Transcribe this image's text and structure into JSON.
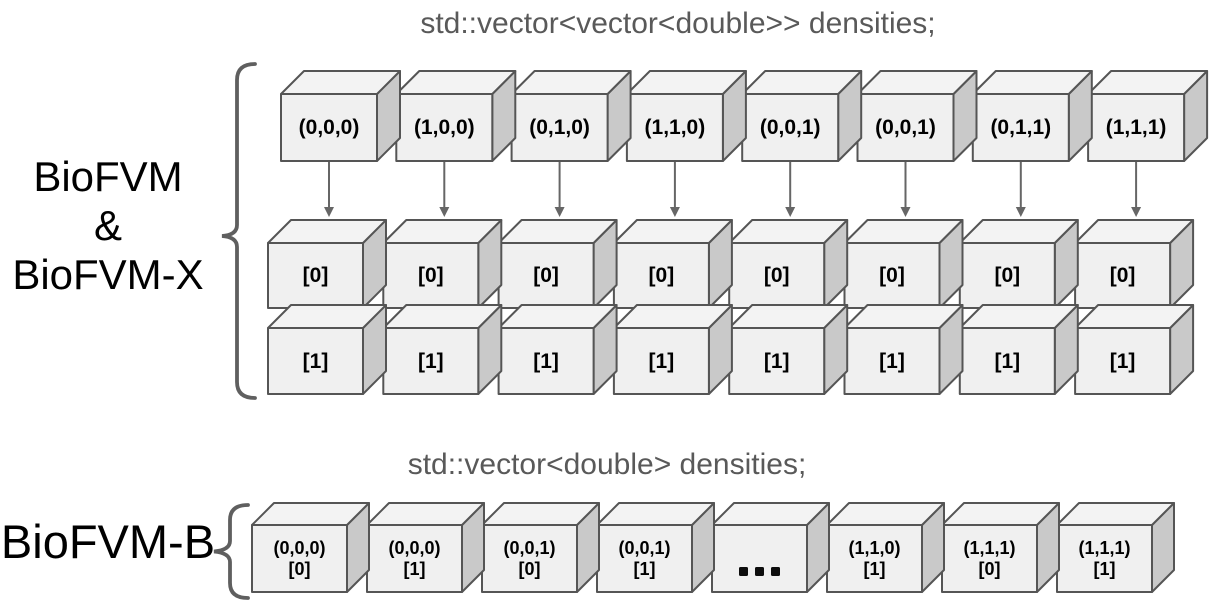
{
  "colors": {
    "box_front": "#f0f0f0",
    "box_top": "#f3f3f3",
    "box_side": "#c9c9c9",
    "box_stroke": "#555555",
    "arrow": "#666666",
    "brace": "#5f5f5f",
    "title_text": "#595959",
    "label_text": "#000000"
  },
  "top_section": {
    "title": "std::vector<vector<double>> densities;",
    "side_label_lines": [
      "BioFVM",
      "&",
      "BioFVM-X"
    ],
    "outer_row_labels": [
      "(0,0,0)",
      "(1,0,0)",
      "(0,1,0)",
      "(1,1,0)",
      "(0,0,1)",
      "(0,0,1)",
      "(0,1,1)",
      "(1,1,1)"
    ],
    "inner_row0_labels": [
      "[0]",
      "[0]",
      "[0]",
      "[0]",
      "[0]",
      "[0]",
      "[0]",
      "[0]"
    ],
    "inner_row1_labels": [
      "[1]",
      "[1]",
      "[1]",
      "[1]",
      "[1]",
      "[1]",
      "[1]",
      "[1]"
    ]
  },
  "bottom_section": {
    "title": "std::vector<double> densities;",
    "side_label": "BioFVM-B",
    "row_labels": [
      [
        "(0,0,0)",
        "[0]"
      ],
      [
        "(0,0,0)",
        "[1]"
      ],
      [
        "(0,0,1)",
        "[0]"
      ],
      [
        "(0,0,1)",
        "[1]"
      ],
      [
        "..."
      ],
      [
        "(1,1,0)",
        "[1]"
      ],
      [
        "(1,1,1)",
        "[0]"
      ],
      [
        "(1,1,1)",
        "[1]"
      ]
    ]
  }
}
